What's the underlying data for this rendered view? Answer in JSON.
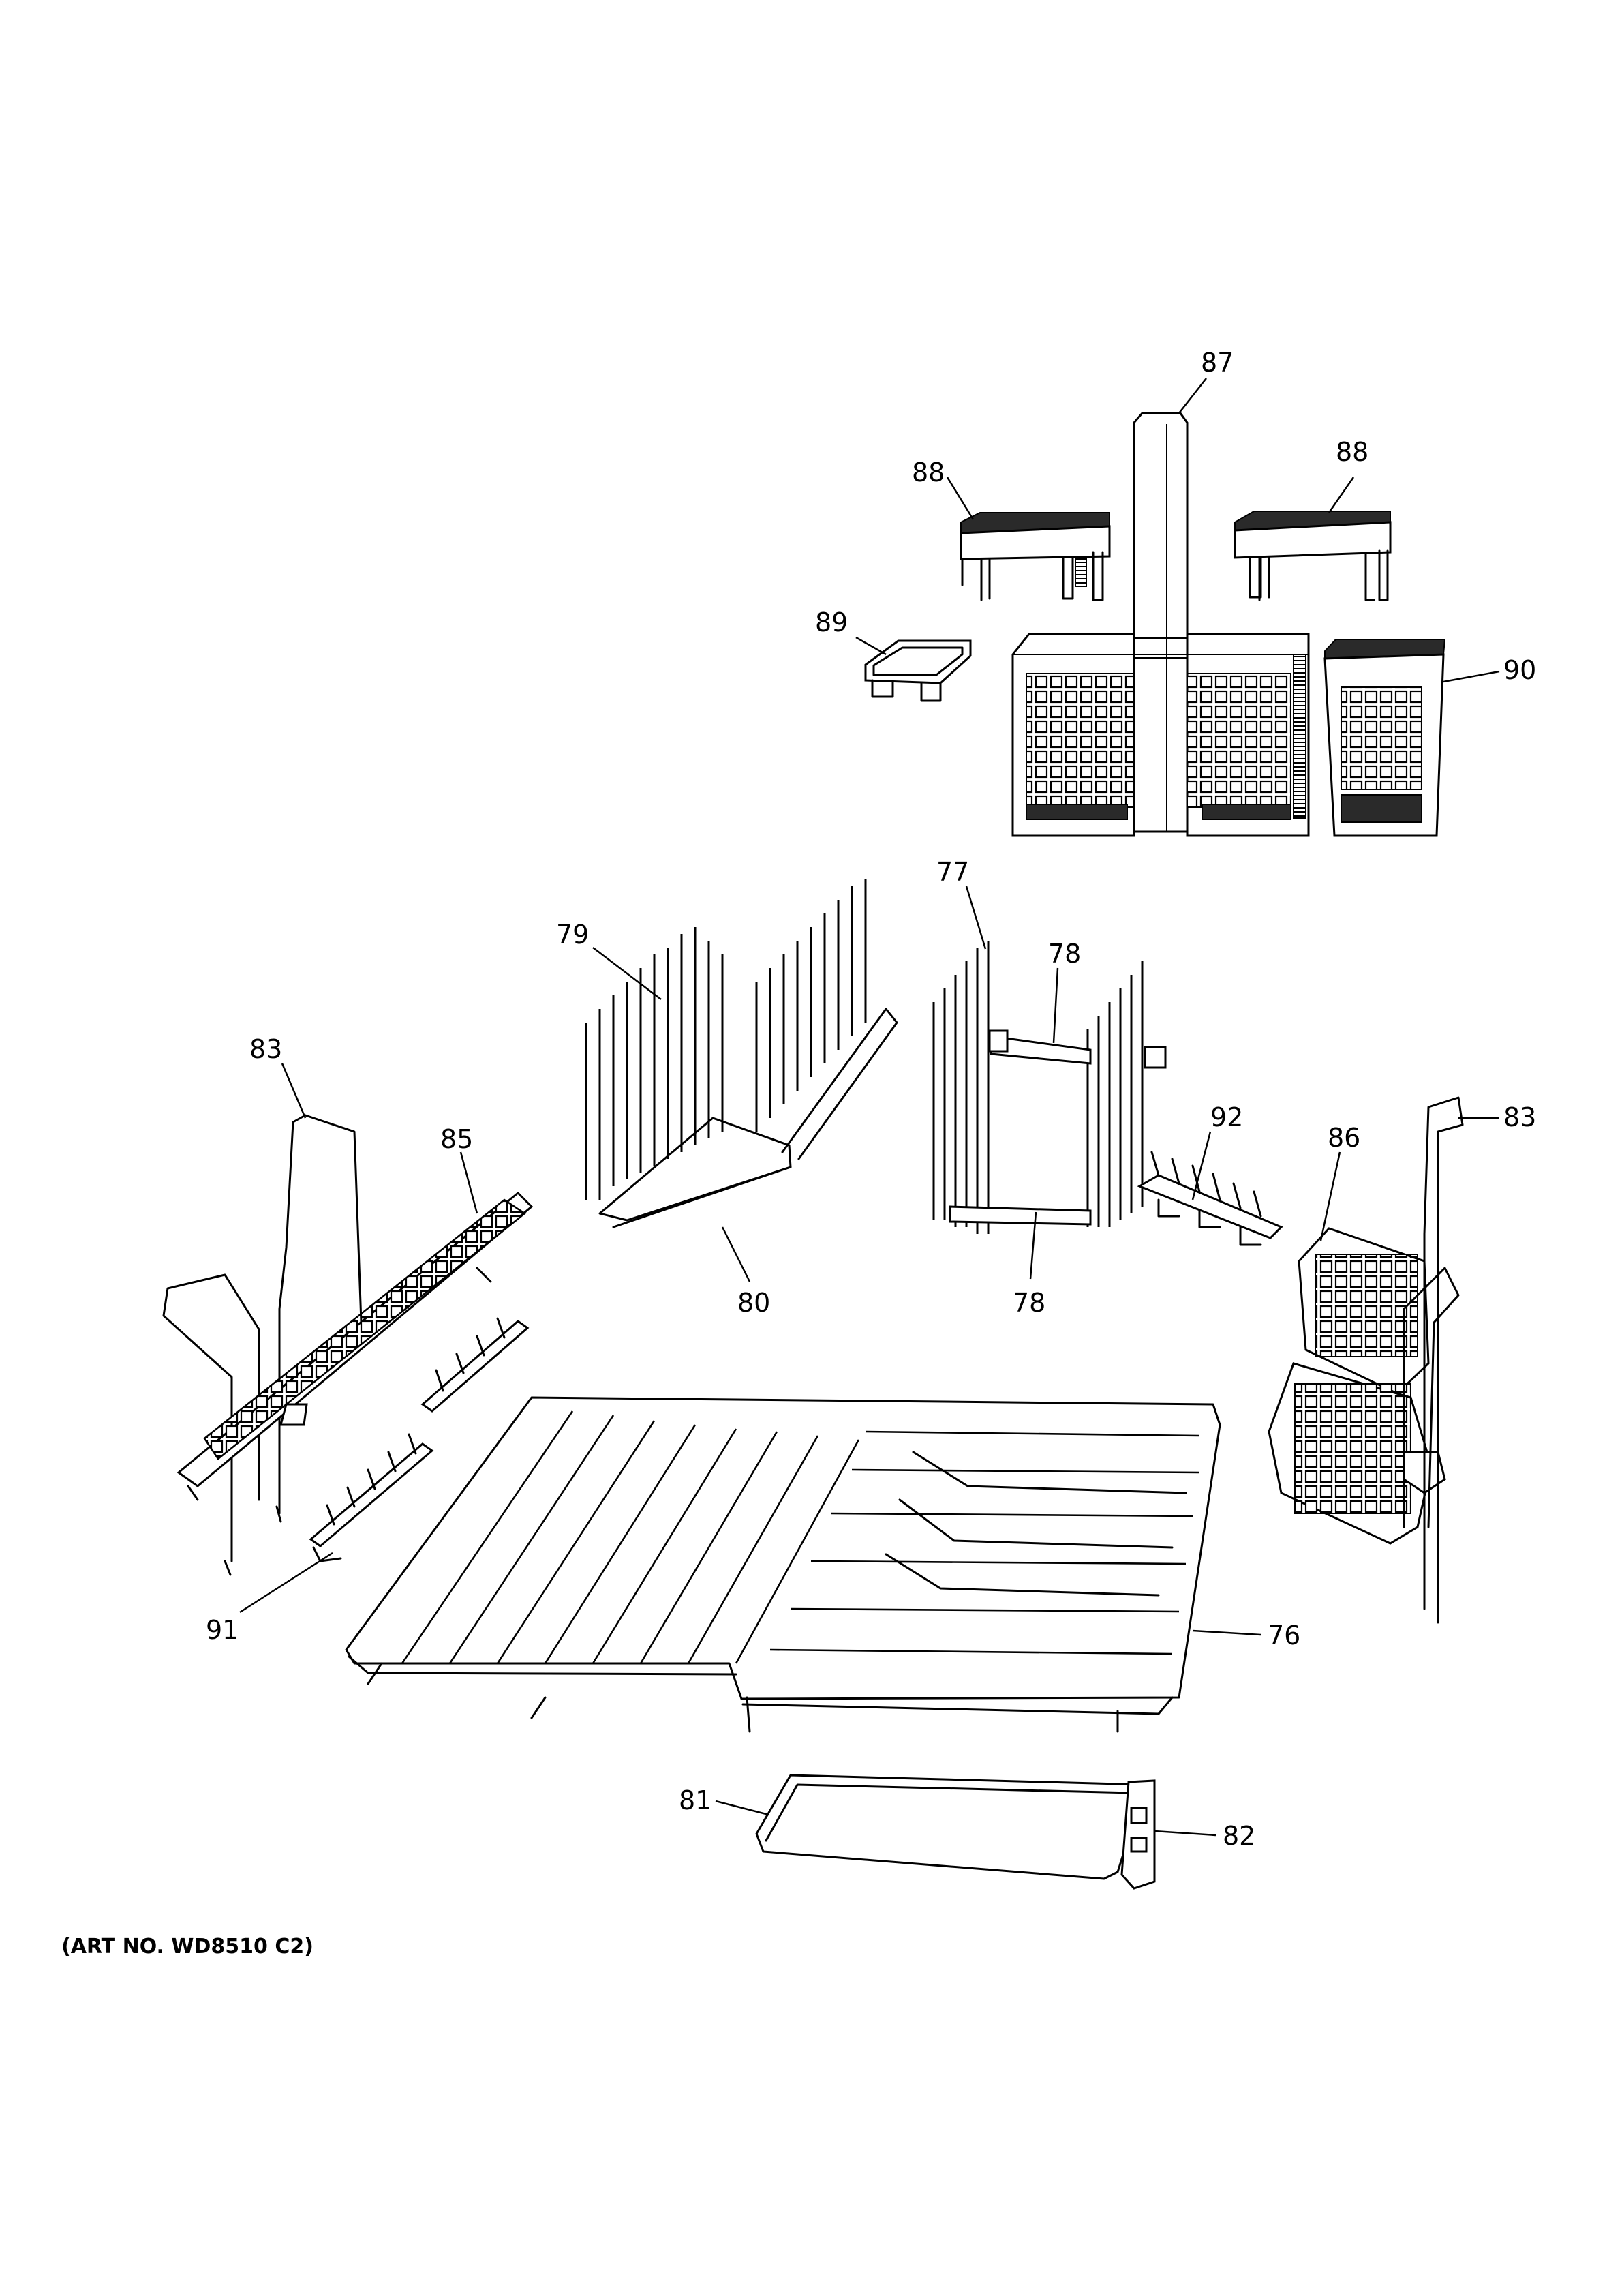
{
  "callouts": {
    "p76": "76",
    "p77": "77",
    "p78a": "78",
    "p78b": "78",
    "p79": "79",
    "p80": "80",
    "p81": "81",
    "p82": "82",
    "p83a": "83",
    "p83b": "83",
    "p85": "85",
    "p86": "86",
    "p87": "87",
    "p88a": "88",
    "p88b": "88",
    "p89": "89",
    "p90": "90",
    "p91": "91",
    "p92": "92"
  },
  "art_number": "(ART NO. WD8510 C2)"
}
